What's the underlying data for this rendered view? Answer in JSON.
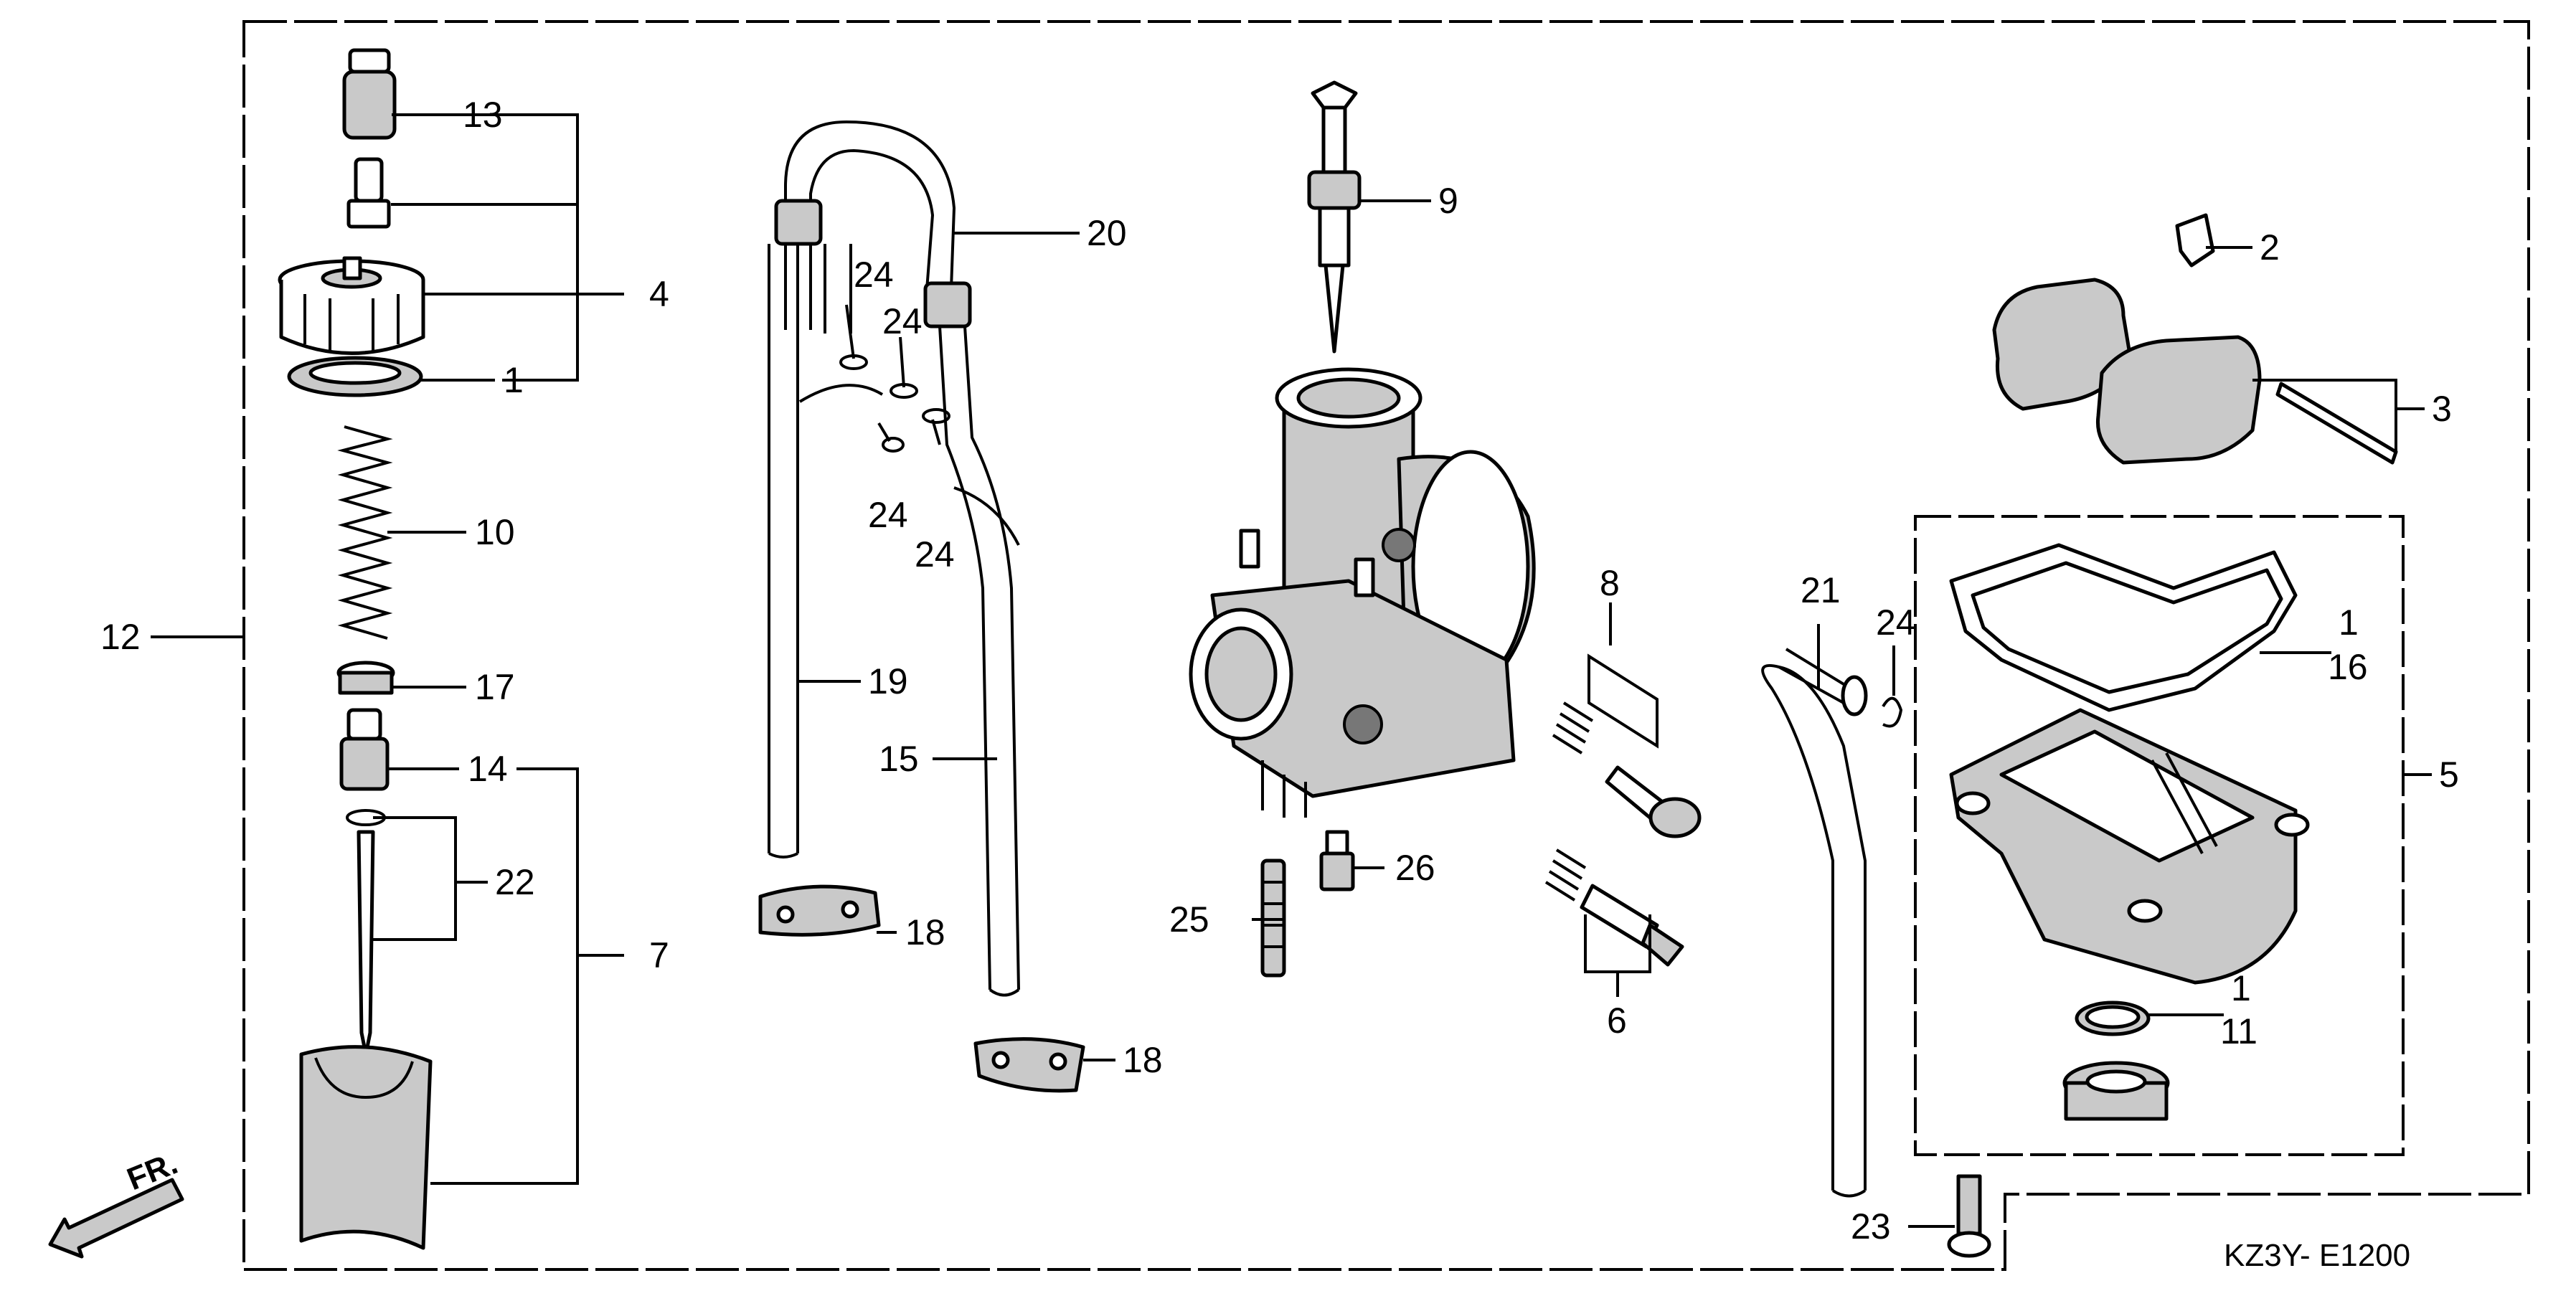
{
  "diagram": {
    "code": "KZ3Y- E1200",
    "direction_label": "FR.",
    "callouts": {
      "c1a": "1",
      "c1b": "1",
      "c1c": "1",
      "c2": "2",
      "c3": "3",
      "c4": "4",
      "c5": "5",
      "c6": "6",
      "c7": "7",
      "c8": "8",
      "c9": "9",
      "c10": "10",
      "c11": "11",
      "c12": "12",
      "c13": "13",
      "c14": "14",
      "c15": "15",
      "c16": "16",
      "c17": "17",
      "c18a": "18",
      "c18b": "18",
      "c19": "19",
      "c20": "20",
      "c21": "21",
      "c22": "22",
      "c23": "23",
      "c24a": "24",
      "c24b": "24",
      "c24c": "24",
      "c24d": "24",
      "c24e": "24",
      "c25": "25",
      "c26": "26"
    }
  }
}
